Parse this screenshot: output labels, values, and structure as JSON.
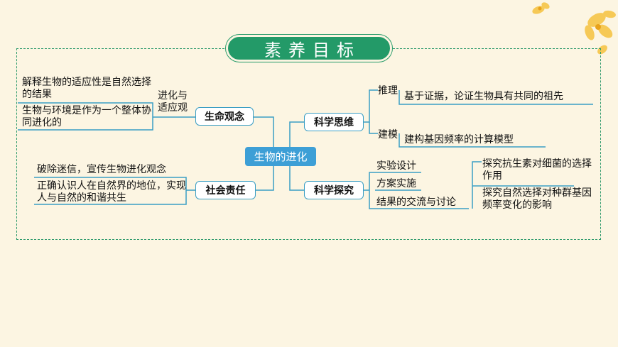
{
  "title": "素养目标",
  "center": "生物的进化",
  "colors": {
    "accent_green": "#239a68",
    "line_blue": "#3a9ec4",
    "center_blue": "#3d9fd6",
    "background": "#fcf5e2"
  },
  "icons": [
    "flower-decoration-icon"
  ],
  "left": {
    "life_concept": {
      "label": "生命观念",
      "sub_label": "进化与适应观",
      "items": [
        "解释生物的适应性是自然选择的结果",
        "生物与环境是作为一个整体协同进化的"
      ]
    },
    "social_responsibility": {
      "label": "社会责任",
      "items": [
        "破除迷信，宣传生物进化观念",
        "正确认识人在自然界的地位，实现人与自然的和谐共生"
      ]
    }
  },
  "right": {
    "scientific_thinking": {
      "label": "科学思维",
      "branches": [
        {
          "key": "推理",
          "text": "基于证据，论证生物具有共同的祖先"
        },
        {
          "key": "建模",
          "text": "建构基因频率的计算模型"
        }
      ]
    },
    "scientific_inquiry": {
      "label": "科学探究",
      "steps": [
        "实验设计",
        "方案实施",
        "结果的交流与讨论"
      ],
      "topics": [
        "探究抗生素对细菌的选择作用",
        "探究自然选择对种群基因频率变化的影响"
      ]
    }
  }
}
